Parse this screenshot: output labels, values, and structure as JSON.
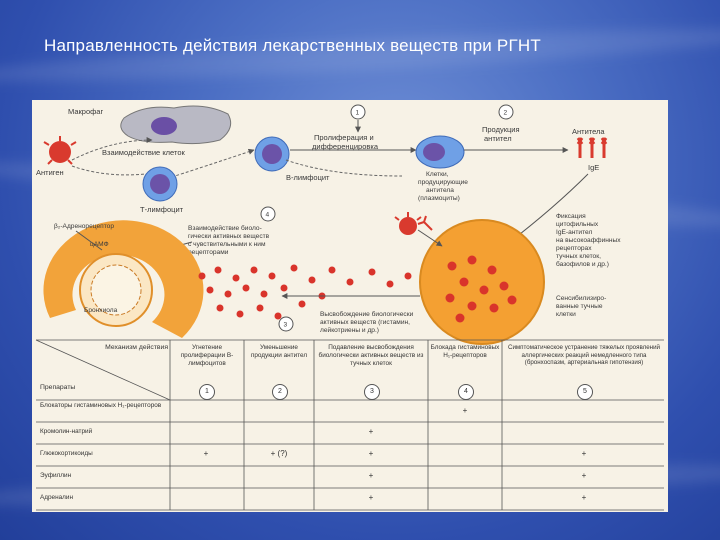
{
  "slide": {
    "title": "Направленность действия лекарственных веществ при РГНТ",
    "colors": {
      "background": "#3a5bbb",
      "paper": "#f7f2e6",
      "cell": "#f29a2e",
      "granule": "#d9342b",
      "blue_cell": "#5a8fe0"
    }
  },
  "diagram": {
    "labels": {
      "macrophage": "Макрофаг",
      "antigen": "Антиген",
      "interaction": "Взаимодействие клеток",
      "t_lymph": "Т-лимфоцит",
      "b_lymph": "В-лимфоцит",
      "prolif": "Пролиферация и",
      "prolif2": "дифференцировка",
      "prod": "Продукция",
      "prod2": "антител",
      "antibody": "Антитела",
      "ige": "IgE",
      "plasma1": "Клетки,",
      "plasma2": "продуцирующие",
      "plasma3": "антитела",
      "plasma4": "(плазмоциты)",
      "b2": "β₂-Адренорецептор",
      "camp": "цАМФ",
      "bronchus": "Бронхиола",
      "bio1": "Взаимодействие биоло-",
      "bio2": "гически активных веществ",
      "bio3": "с чувствительными к ним",
      "bio4": "рецепторами",
      "fix1": "Фиксация",
      "fix2": "цитофильных",
      "fix3": "IgE-антител",
      "fix4": "на высокоаффинных",
      "fix5": "рецепторах",
      "fix6": "тучных клеток,",
      "fix7": "базофилов и др.)",
      "sens1": "Сенсибилизиро-",
      "sens2": "ванные тучные",
      "sens3": "клетки",
      "rel1": "Высвобождение биологически",
      "rel2": "активных веществ (гистамин,",
      "rel3": "лейкотриены и др.)",
      "n1": "1",
      "n2": "2",
      "n3": "3",
      "n4": "4",
      "n5": "5"
    },
    "table": {
      "mech_header": "Механизм действия",
      "drugs_header": "Препараты",
      "columns": [
        "Угнетение пролиферации В-лимфоцитов",
        "Уменьшение продукции антител",
        "Подавление высвобождения биологически активных веществ из тучных клеток",
        "Блокада гистаминовых H₁-рецепторов",
        "Симптоматическое устранение тяжелых проявлений аллергических реакций немедленного типа (бронхоспазм, артериальная гипотензия)"
      ],
      "column_numbers": [
        "1",
        "2",
        "3",
        "4",
        "5"
      ],
      "rows": [
        {
          "name": "Блокаторы гистаминовых H₁-рецепторов",
          "marks": [
            "",
            "",
            "",
            "+",
            ""
          ]
        },
        {
          "name": "Кромолин-натрий",
          "marks": [
            "",
            "",
            "+",
            "",
            ""
          ]
        },
        {
          "name": "Глюкокортикоиды",
          "marks": [
            "+",
            "+ (?)",
            "+",
            "",
            "+"
          ]
        },
        {
          "name": "Эуфиллин",
          "marks": [
            "",
            "",
            "+",
            "",
            "+"
          ]
        },
        {
          "name": "Адреналин",
          "marks": [
            "",
            "",
            "+",
            "",
            "+"
          ]
        }
      ]
    }
  }
}
